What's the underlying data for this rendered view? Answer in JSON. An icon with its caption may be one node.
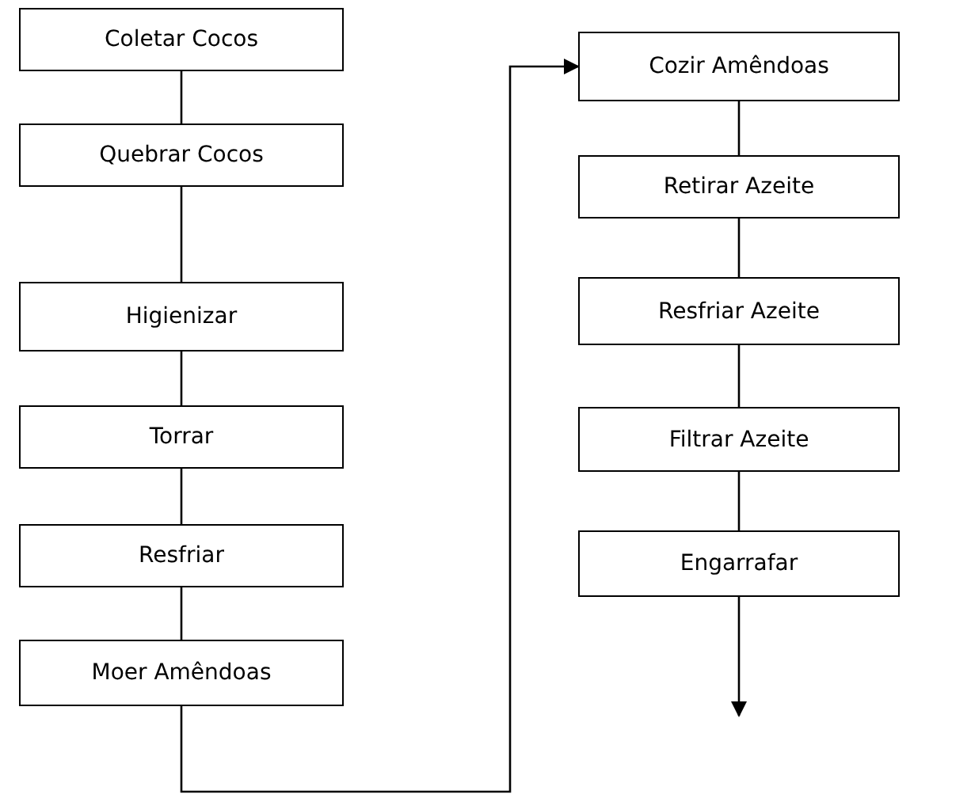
{
  "diagram": {
    "nodes": [
      {
        "text": [
          "Coletar Cocos"
        ]
      },
      {
        "text": [
          "Quebrar Cocos"
        ]
      },
      {
        "text": [
          "Higienizar"
        ]
      },
      {
        "text": [
          "Torrar"
        ]
      },
      {
        "text": [
          "Resfriar"
        ]
      },
      {
        "text": [
          "Moer Amêndoas"
        ]
      },
      {
        "text": [
          "Cozir Amêndoas"
        ]
      },
      {
        "text": [
          "Retirar Azeite"
        ]
      },
      {
        "text": [
          "Resfriar Azeite"
        ]
      },
      {
        "text": [
          "Filtrar Azeite"
        ]
      },
      {
        "text": [
          "Engarrafar"
        ]
      }
    ],
    "edges": [
      {
        "from": 0,
        "to": 1,
        "arrow": "none"
      },
      {
        "from": 1,
        "to": 2,
        "arrow": "none"
      },
      {
        "from": 2,
        "to": 3,
        "arrow": "none"
      },
      {
        "from": 3,
        "to": 4,
        "arrow": "none"
      },
      {
        "from": 4,
        "to": 5,
        "arrow": "none"
      },
      {
        "from": 5,
        "to": 6,
        "arrow": "to"
      },
      {
        "from": 6,
        "to": 7,
        "arrow": "none"
      },
      {
        "from": 7,
        "to": 8,
        "arrow": "none"
      },
      {
        "from": 8,
        "to": 9,
        "arrow": "none"
      },
      {
        "from": 9,
        "to": 10,
        "arrow": "none"
      },
      {
        "from": 10,
        "to": null,
        "arrow": "to"
      }
    ]
  }
}
